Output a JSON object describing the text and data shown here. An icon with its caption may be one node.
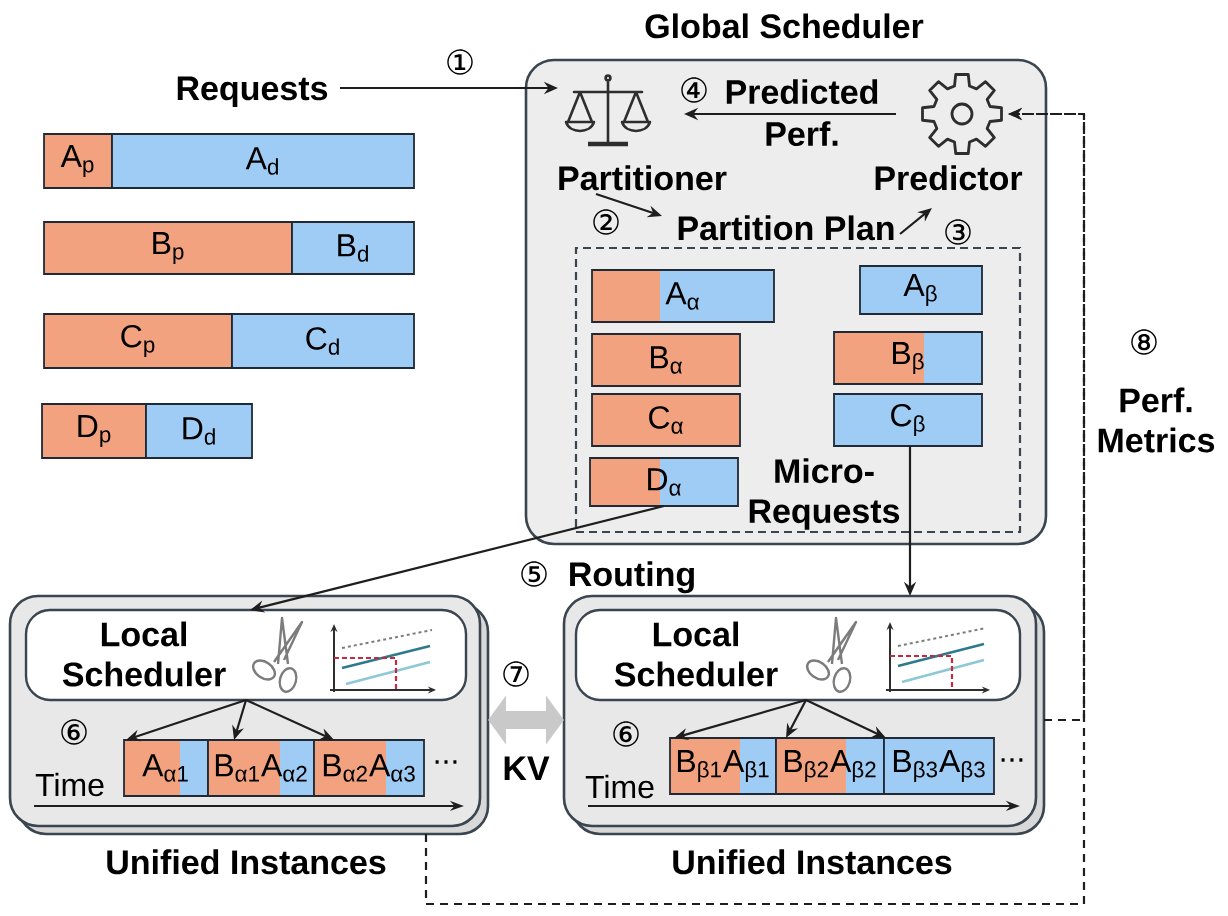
{
  "diagram": {
    "nodes": [
      {
        "text": [
          "Requests"
        ]
      },
      {
        "text": [
          "A$_{p}$"
        ]
      },
      {
        "text": [
          "A$_{d}$"
        ]
      },
      {
        "text": [
          "B$_{p}$"
        ]
      },
      {
        "text": [
          "B$_{d}$"
        ]
      },
      {
        "text": [
          "C$_{p}$"
        ]
      },
      {
        "text": [
          "C$_{d}$"
        ]
      },
      {
        "text": [
          "D$_{p}$"
        ]
      },
      {
        "text": [
          "D$_{d}$"
        ]
      },
      {
        "text": [
          "Global Scheduler"
        ]
      },
      {
        "text": [
          "Partitioner"
        ],
        "in": 9
      },
      {
        "text": [
          "Predictor"
        ],
        "in": 9
      },
      {
        "text": [
          "Partition Plan"
        ],
        "in": 9
      },
      {
        "text": [
          "Micro- Requests"
        ],
        "in": 9
      },
      {
        "text": [
          "A$_{α}$"
        ],
        "in": 13
      },
      {
        "text": [
          "A$_{β}$"
        ],
        "in": 13
      },
      {
        "text": [
          "B$_{α}$"
        ],
        "in": 13
      },
      {
        "text": [
          "B$_{β}$"
        ],
        "in": 13
      },
      {
        "text": [
          "C$_{α}$"
        ],
        "in": 13
      },
      {
        "text": [
          "C$_{β}$"
        ],
        "in": 13
      },
      {
        "text": [
          "D$_{α}$"
        ],
        "in": 13
      },
      {
        "text": [
          "Unified Instances"
        ]
      },
      {
        "text": [
          "Local Scheduler"
        ],
        "in": 21
      },
      {
        "text": [
          "A$_{α1}$"
        ],
        "in": 21
      },
      {
        "text": [
          "B$_{α1}$A$_{α2}$"
        ],
        "in": 21
      },
      {
        "text": [
          "B$_{α2}$A$_{α3}$"
        ],
        "in": 21
      },
      {
        "text": [
          "Unified Instances"
        ]
      },
      {
        "text": [
          "Local Scheduler"
        ],
        "in": 26
      },
      {
        "text": [
          "B$_{β1}$A$_{β1}$"
        ],
        "in": 26
      },
      {
        "text": [
          "B$_{β2}$A$_{β2}$"
        ],
        "in": 26
      },
      {
        "text": [
          "B$_{β3}$A$_{β3}$"
        ],
        "in": 26
      }
    ],
    "edges": [
      {
        "from": 0,
        "to": 10,
        "arrow": "to",
        "label": "①"
      },
      {
        "from": 11,
        "to": 10,
        "arrow": "to",
        "label": "Predicted Perf."
      },
      {
        "from": 10,
        "to": 12,
        "arrow": "to",
        "label": "②"
      },
      {
        "from": 12,
        "to": 11,
        "arrow": "to",
        "label": "③"
      },
      {
        "from": 20,
        "to": 22,
        "arrow": "to"
      },
      {
        "from": 19,
        "to": 26,
        "arrow": "to"
      },
      {
        "from": 21,
        "to": 26,
        "arrow": "both",
        "label": "KV",
        "style": "thick",
        "color": "#c9c9c9"
      },
      {
        "from": 22,
        "to": 23,
        "arrow": "to"
      },
      {
        "from": 22,
        "to": 24,
        "arrow": "to"
      },
      {
        "from": 22,
        "to": 25,
        "arrow": "to"
      },
      {
        "from": 27,
        "to": 28,
        "arrow": "to"
      },
      {
        "from": 27,
        "to": 29,
        "arrow": "to"
      },
      {
        "from": 27,
        "to": 30,
        "arrow": "to"
      },
      {
        "from": 21,
        "to": 11,
        "arrow": "to",
        "style": "dashed"
      },
      {
        "from": 26,
        "to": 11,
        "arrow": "to",
        "style": "dashed"
      }
    ],
    "labels": [
      "④",
      "⑧",
      "Perf. Metrics",
      "⑤",
      "Routing",
      "⑦",
      "⑥",
      "Time",
      "...",
      "⑥",
      "Time",
      "..."
    ]
  }
}
